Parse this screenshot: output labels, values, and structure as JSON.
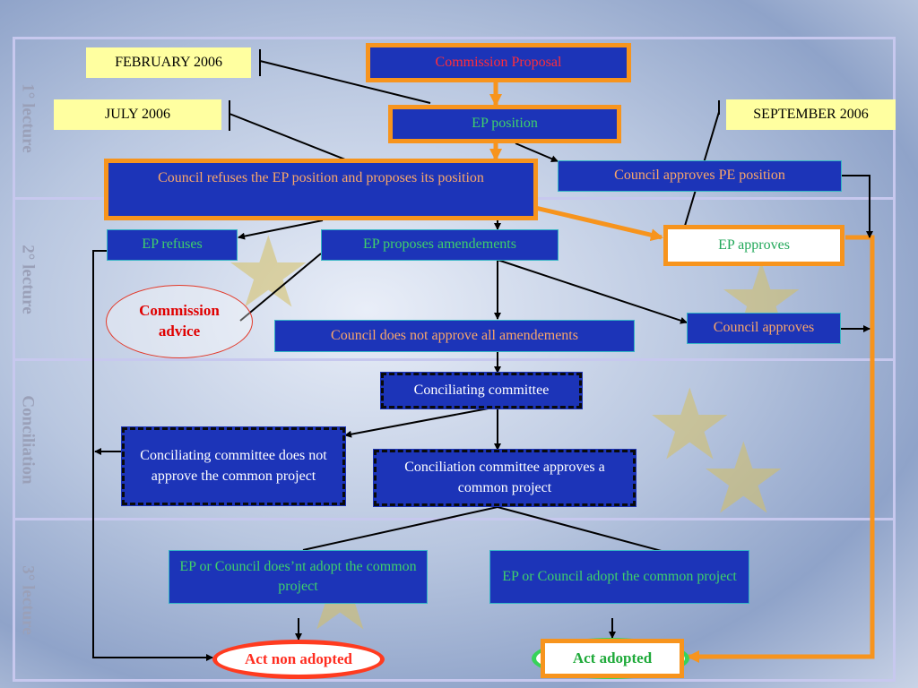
{
  "bands": [
    {
      "id": "lecture1",
      "label": "1° lecture"
    },
    {
      "id": "lecture2",
      "label": "2° lecture"
    },
    {
      "id": "conciliation",
      "label": "Conciliation"
    },
    {
      "id": "lecture3",
      "label": "3° lecture"
    }
  ],
  "dates": {
    "feb": "FEBRUARY 2006",
    "jul": "JULY 2006",
    "sep": "SEPTEMBER 2006"
  },
  "nodes": {
    "commission_proposal": "Commission Proposal",
    "ep_position": "EP position",
    "council_refuses": "Council refuses the EP position and proposes its position",
    "council_approves_pe": "Council approves  PE position",
    "ep_refuses": "EP refuses",
    "ep_proposes": "EP proposes amendements",
    "ep_approves": "EP approves",
    "commission_advice": "Commission advice",
    "council_not_approve_all": "Council does not approve all amendements",
    "council_approves": "Council approves",
    "conciliating_committee": "Conciliating committee",
    "committee_not_approve": "Conciliating committee does not approve the common project",
    "committee_approves": "Conciliation committee approves a common project",
    "not_adopt": "EP or Council does’nt adopt the common project",
    "adopt": "EP or Council adopt the common project",
    "act_non_adopted": "Act non adopted",
    "act_adopted": "Act adopted"
  },
  "colors": {
    "box_fill": "#1c34b8",
    "highlight_border": "#f7941d",
    "date_fill": "#ffffa0",
    "adopted_text": "#3fd06a",
    "rejected_text": "#ff2d3b"
  }
}
